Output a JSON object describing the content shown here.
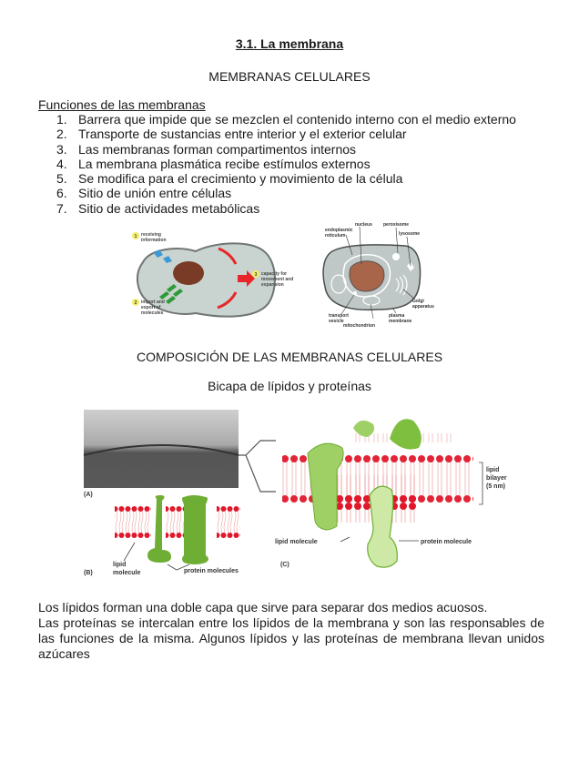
{
  "document": {
    "title": "3.1. La membrana",
    "section1_heading": "MEMBRANAS CELULARES",
    "functions_heading": "Funciones de las membranas",
    "functions": [
      {
        "num": "1.",
        "text": "Barrera que impide que se mezclen el contenido interno con el medio externo"
      },
      {
        "num": "2.",
        "text": "Transporte de sustancias entre interior y el exterior celular"
      },
      {
        "num": "3.",
        "text": "Las membranas forman compartimentos internos"
      },
      {
        "num": "4.",
        "text": "La membrana plasmática recibe estímulos externos"
      },
      {
        "num": "5.",
        "text": "Se modifica para el crecimiento y movimiento de la célula"
      },
      {
        "num": "6.",
        "text": "Sitio de unión entre células"
      },
      {
        "num": "7.",
        "text": "Sitio de actividades metabólicas"
      }
    ],
    "section2_heading": "COMPOSICIÓN DE LAS MEMBRANAS CELULARES",
    "section2_subheading": "Bicapa de lípidos y proteínas",
    "paragraphs": [
      "Los lípidos forman una doble capa que sirve para separar dos medios acuosos.",
      "Las proteínas se intercalan entre los lípidos de la membrana y son las responsables de las funciones de la misma. Algunos lípidos y las proteínas de membrana llevan unidos azúcares"
    ]
  },
  "figure_cell_functions": {
    "labels": {
      "receiving_num": "1",
      "receiving_l1": "receiving",
      "receiving_l2": "information",
      "import_num": "2",
      "import_l1": "import and",
      "import_l2": "export of",
      "import_l3": "molecules",
      "capacity_num": "3",
      "capacity_l1": "capacity for",
      "capacity_l2": "movement and",
      "capacity_l3": "expansion"
    },
    "colors": {
      "cell": "#c9d3cf",
      "nucleus": "#7a3b26",
      "arrow_blue": "#3a9ad9",
      "arrow_green": "#2f9a3a",
      "arrow_red": "#e8262a",
      "badge": "#f3ee6a"
    }
  },
  "figure_organelles": {
    "labels": {
      "nucleus": "nucleus",
      "peroxisome": "peroxisome",
      "er_l1": "endoplasmic",
      "er_l2": "reticulum",
      "lysosome": "lysosome",
      "golgi_l1": "Golgi",
      "golgi_l2": "apparatus",
      "transport_l1": "transport",
      "transport_l2": "vesicle",
      "mitochondrion": "mitochondrion",
      "plasma_l1": "plasma",
      "plasma_l2": "membrane"
    },
    "colors": {
      "cell": "#bfc8c6",
      "nucleus": "#a8654a"
    }
  },
  "figure_membrane": {
    "labels": {
      "panel_a": "(A)",
      "panel_b": "(B)",
      "panel_c": "(C)",
      "lipid_molecule_b_l1": "lipid",
      "lipid_molecule_b_l2": "molecule",
      "protein_molecules": "protein molecules",
      "lipid_molecule_c": "lipid molecule",
      "protein_molecule_c": "protein molecule",
      "bilayer_l1": "lipid",
      "bilayer_l2": "bilayer",
      "bilayer_l3": "(5 nm)"
    },
    "colors": {
      "head": "#e0182b",
      "tail": "#e88a8a",
      "protein": "#7fbf3f",
      "protein_light": "#cde9a5"
    }
  }
}
